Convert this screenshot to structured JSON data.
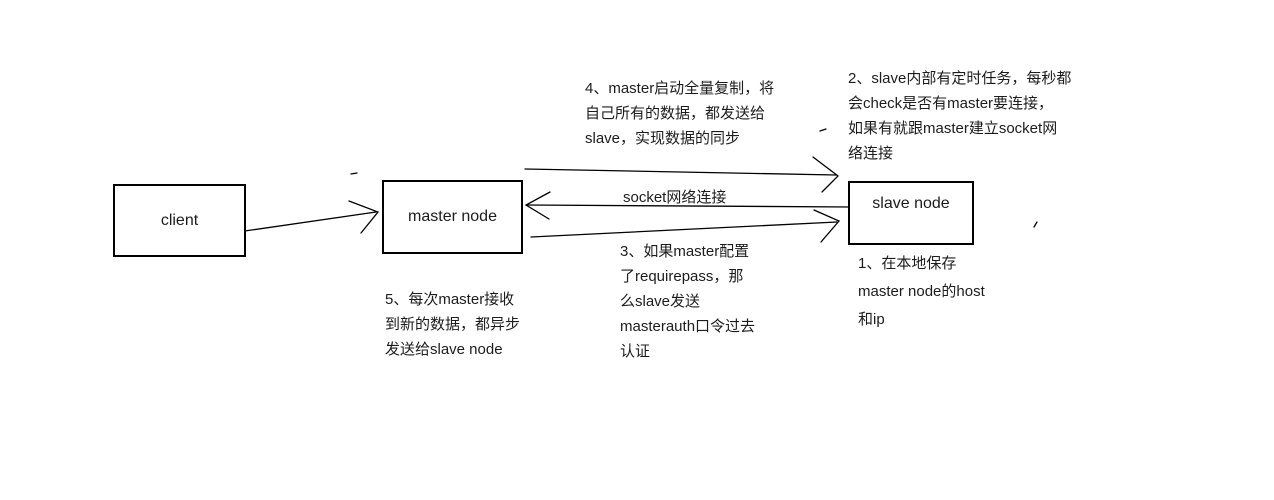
{
  "colors": {
    "background": "#ffffff",
    "line": "#000000",
    "text": "#1c1c1c"
  },
  "nodes": {
    "client": {
      "label": "client"
    },
    "master": {
      "label": "master node"
    },
    "slave": {
      "label": "slave node"
    }
  },
  "labels": {
    "socket_connection": "socket网络连接"
  },
  "notes": {
    "step1": {
      "lines": [
        "1、在本地保存",
        "master node的host",
        "和ip"
      ]
    },
    "step2": {
      "lines": [
        "2、slave内部有定时任务，每秒都",
        "会check是否有master要连接，",
        "如果有就跟master建立socket网",
        "络连接"
      ]
    },
    "step3": {
      "lines": [
        "3、如果master配置",
        "了requirepass，那",
        "么slave发送",
        "masterauth口令过去",
        "认证"
      ]
    },
    "step4": {
      "lines": [
        "4、master启动全量复制，将",
        "自己所有的数据，都发送给",
        "slave，实现数据的同步"
      ]
    },
    "step5": {
      "lines": [
        "5、每次master接收",
        "到新的数据，都异步",
        "发送给slave node"
      ]
    }
  }
}
